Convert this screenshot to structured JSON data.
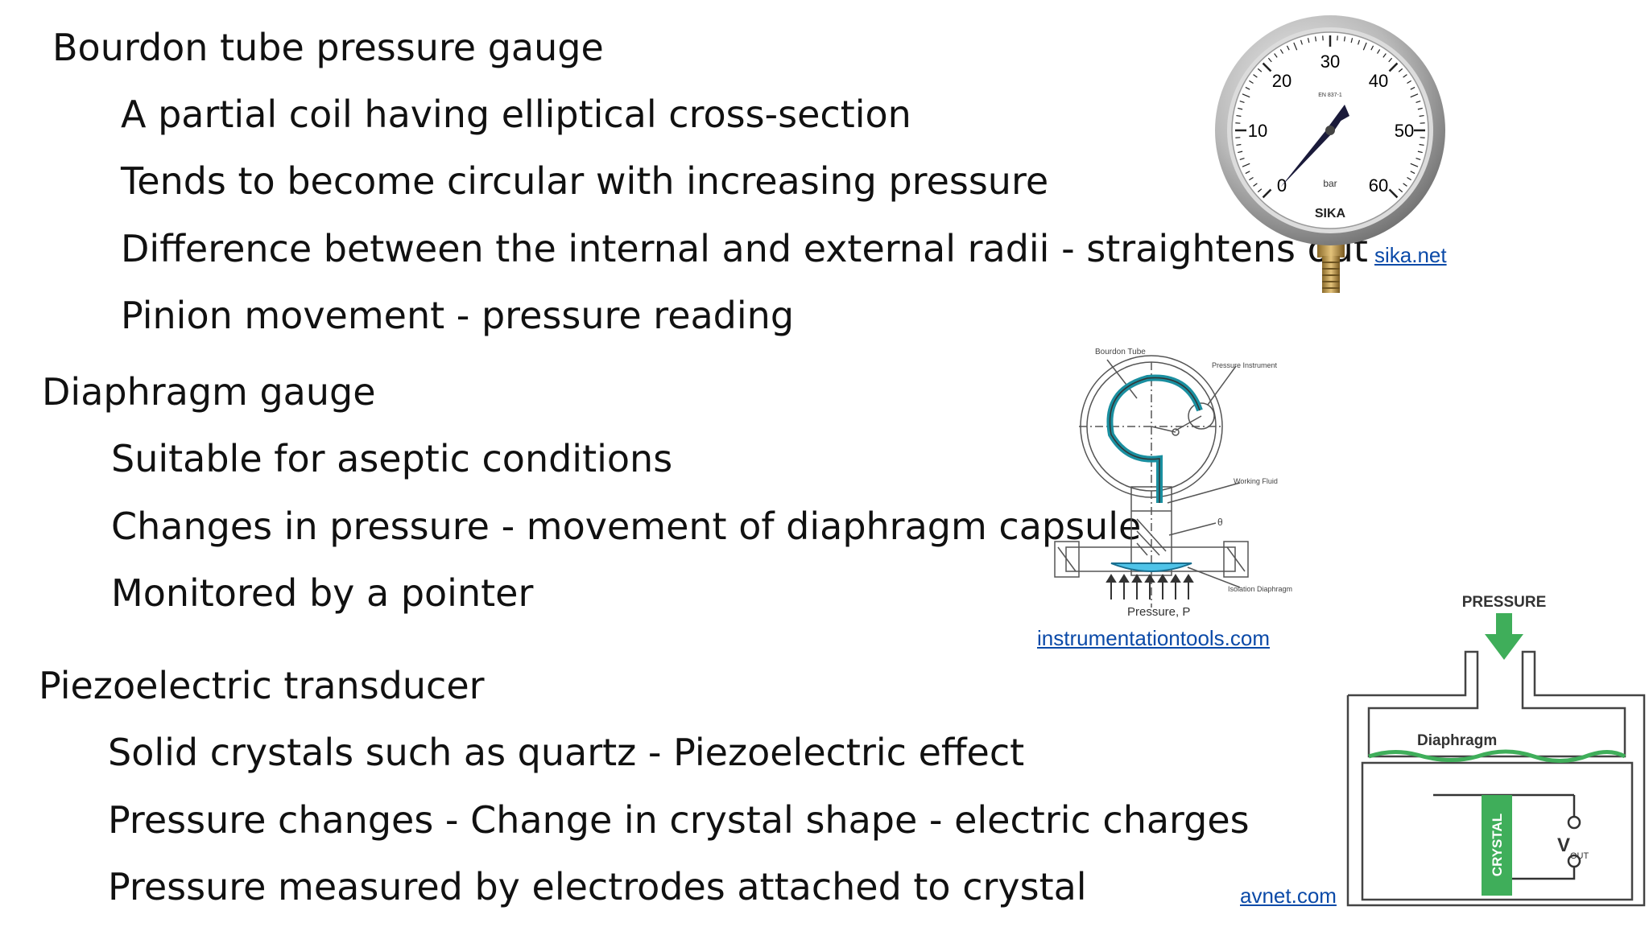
{
  "sections": [
    {
      "heading": "Bourdon tube pressure gauge",
      "bullets": [
        "A partial coil having elliptical cross-section",
        "Tends to become circular with increasing pressure",
        "Difference between the internal and external radii - straightens out",
        "Pinion movement - pressure reading"
      ]
    },
    {
      "heading": "Diaphragm gauge",
      "bullets": [
        "Suitable for aseptic conditions",
        "Changes in pressure - movement of diaphragm capsule",
        "Monitored by a pointer"
      ]
    },
    {
      "heading": "Piezoelectric transducer",
      "bullets": [
        "Solid crystals such as quartz - Piezoelectric effect",
        "Pressure changes - Change in crystal shape - electric charges",
        "Pressure measured by electrodes attached to crystal"
      ]
    }
  ],
  "gauge": {
    "scale": [
      "0",
      "10",
      "20",
      "30",
      "40",
      "50",
      "60"
    ],
    "unit": "bar",
    "brand": "SIKA",
    "standard": "EN 837-1",
    "credit": "sika.net"
  },
  "bourdon_diagram": {
    "labels": {
      "tube": "Bourdon Tube",
      "instrument": "Pressure Instrument",
      "fluid": "Working Fluid",
      "angle": "θ",
      "diaphragm": "Isolation Diaphragm",
      "pressure": "Pressure, P"
    },
    "credit": "instrumentationtools.com"
  },
  "piezo_diagram": {
    "pressure_label": "PRESSURE",
    "diaphragm_label": "Diaphragm",
    "crystal_label": "CRYSTAL",
    "vout_main": "V",
    "vout_sub": "OUT",
    "credit": "avnet.com"
  },
  "colors": {
    "text": "#111111",
    "link": "#0b4aa8",
    "fluid": "#1a8fa0",
    "crystal": "#3fae5a"
  }
}
